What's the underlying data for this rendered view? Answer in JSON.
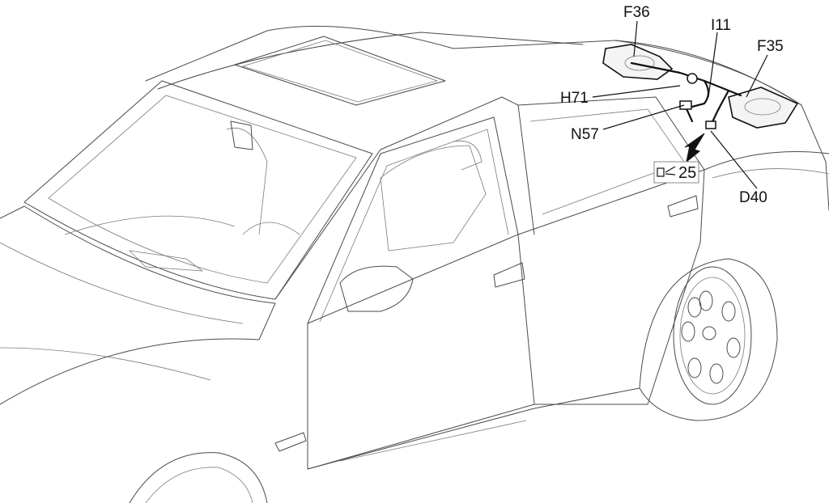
{
  "callouts": {
    "f36": "F36",
    "i11": "I11",
    "f35": "F35",
    "h71": "H71",
    "n57": "N57",
    "d40": "D40"
  },
  "badge": {
    "number": "25"
  },
  "colors": {
    "outline": "#4a4a4a",
    "wiring": "#111111",
    "background": "#ffffff"
  }
}
